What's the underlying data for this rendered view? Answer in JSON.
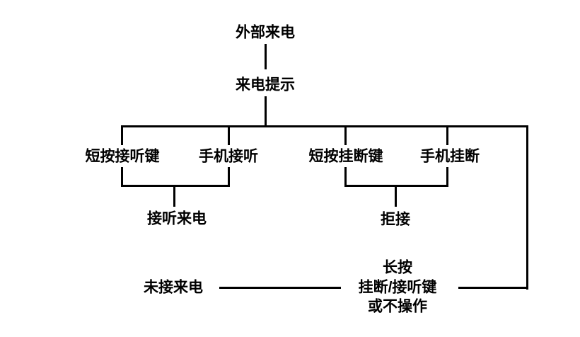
{
  "diagram": {
    "colors": {
      "background": "#ffffff",
      "line": "#000000",
      "text": "#000000"
    },
    "nodes": {
      "external_call": "外部来电",
      "call_prompt": "来电提示",
      "short_press_answer_key": "短按接听键",
      "phone_answer": "手机接听",
      "short_press_hangup_key": "短按挂断键",
      "phone_hangup": "手机挂断",
      "answer_call": "接听来电",
      "reject": "拒接",
      "missed_call": "未接来电",
      "long_press": {
        "line1": "长按",
        "line2": "挂断/接听键",
        "line3": "或不操作"
      }
    }
  }
}
